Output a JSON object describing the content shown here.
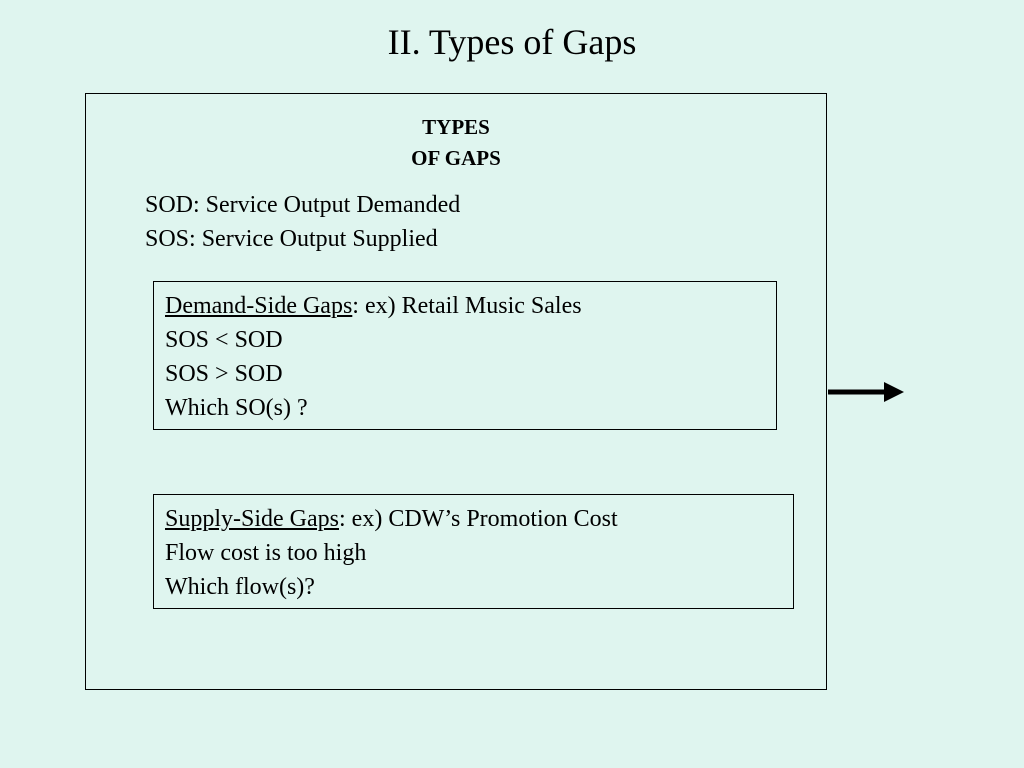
{
  "slide": {
    "title": "II. Types of Gaps"
  },
  "diagram": {
    "heading_line1": "TYPES",
    "heading_line2": "OF GAPS",
    "definitions": [
      "SOD: Service Output Demanded",
      "SOS: Service Output Supplied"
    ],
    "demand_side": {
      "term": "Demand-Side Gaps",
      "example": ": ex) Retail Music Sales",
      "lines": [
        "SOS < SOD",
        "SOS > SOD",
        "Which SO(s) ?"
      ]
    },
    "supply_side": {
      "term": "Supply-Side Gaps",
      "example": ": ex) CDW’s Promotion Cost",
      "lines": [
        "Flow cost is too high",
        "Which flow(s)?"
      ]
    }
  }
}
